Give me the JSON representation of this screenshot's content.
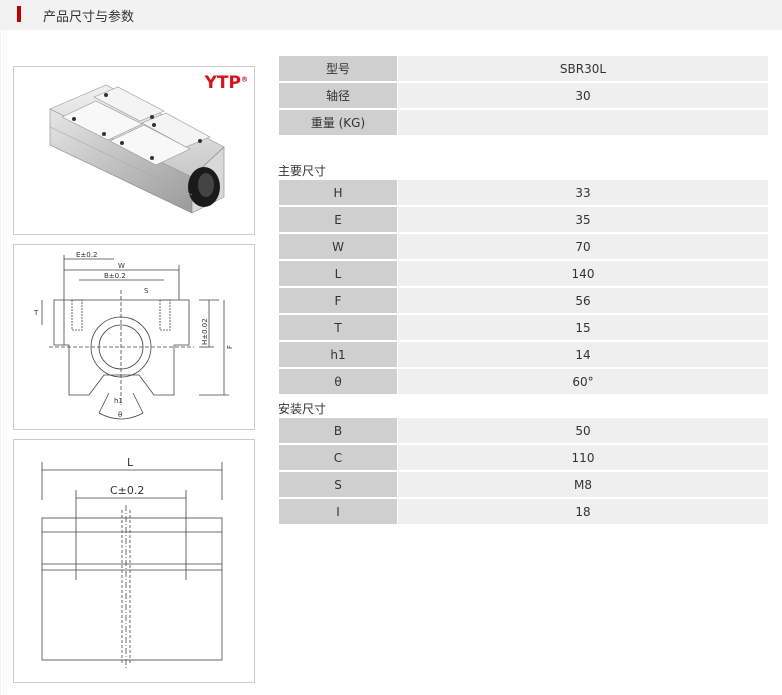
{
  "header": {
    "title": "产品尺寸与参数"
  },
  "images": {
    "photo": {
      "brand": "YTP",
      "reg": "®"
    },
    "front_drawing": {
      "labels": [
        "E±0.2",
        "W",
        "B±0.2",
        "S",
        "T",
        "H±0.02",
        "F",
        "h1",
        "θ"
      ]
    },
    "side_drawing": {
      "labels": [
        "L",
        "C±0.2"
      ]
    }
  },
  "basic": [
    {
      "key": "型号",
      "value": "SBR30L"
    },
    {
      "key": "轴径",
      "value": "30"
    },
    {
      "key": "重量 (KG)",
      "value": ""
    }
  ],
  "sections": {
    "main": "主要尺寸",
    "mount": "安装尺寸"
  },
  "main_dims": [
    {
      "key": "H",
      "value": "33"
    },
    {
      "key": "E",
      "value": "35"
    },
    {
      "key": "W",
      "value": "70"
    },
    {
      "key": "L",
      "value": "140"
    },
    {
      "key": "F",
      "value": "56"
    },
    {
      "key": "T",
      "value": "15"
    },
    {
      "key": "h1",
      "value": "14"
    },
    {
      "key": "θ",
      "value": "60°"
    }
  ],
  "mount_dims": [
    {
      "key": "B",
      "value": "50"
    },
    {
      "key": "C",
      "value": "110"
    },
    {
      "key": "S",
      "value": "M8"
    },
    {
      "key": "I",
      "value": "18"
    }
  ]
}
